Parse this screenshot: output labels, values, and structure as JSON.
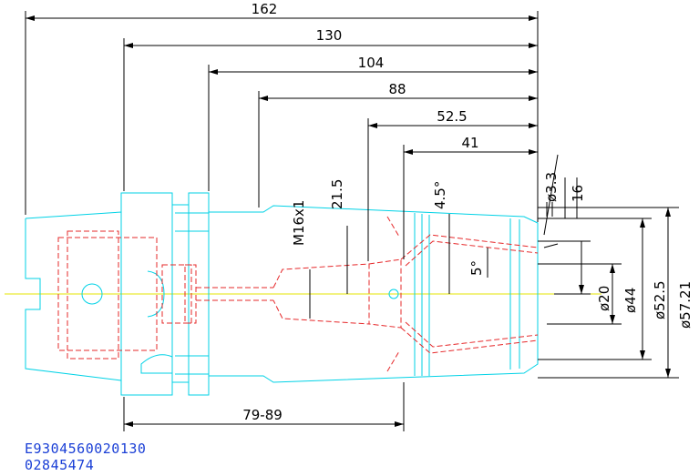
{
  "dimensions": {
    "d162": "162",
    "d130": "130",
    "d104": "104",
    "d88": "88",
    "d52_5": "52.5",
    "d41": "41",
    "d79_89": "79-89",
    "m16": "M16x1",
    "d21_5": "21.5",
    "a4_5": "4.5°",
    "a5": "5°",
    "dia3_3": "ø3.3",
    "d16": "16",
    "dia20": "ø20",
    "dia44": "ø44",
    "dia52_5": "ø52.5",
    "dia57_21": "ø57.21"
  },
  "codes": {
    "line1": "E9304560020130",
    "line2": "02845474"
  },
  "colors": {
    "outline": "#00d2e6",
    "hidden": "#e6282a",
    "centerline": "#e6e600",
    "dimension": "#000000",
    "code_text": "#1a3fd6"
  }
}
